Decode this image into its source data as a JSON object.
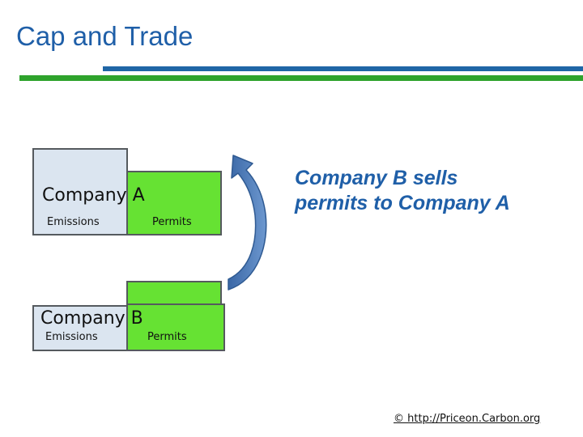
{
  "slide": {
    "title": "Cap and Trade"
  },
  "company_a": {
    "label": "Company A",
    "emissions_label": "Emissions",
    "permits_label": "Permits"
  },
  "company_b": {
    "label": "Company B",
    "emissions_label": "Emissions",
    "permits_label": "Permits"
  },
  "callout": {
    "line1": "Company B sells",
    "line2": "permits to Company A"
  },
  "footer": {
    "link_text": " © http://Priceon.Carbon.org"
  },
  "colors": {
    "title": "#1f5fa8",
    "rule_blue": "#1f66a6",
    "rule_green": "#2ea32c",
    "emissions_fill": "#dbe5f0",
    "permits_fill": "#66e233",
    "arrow": "#4a78b5"
  }
}
